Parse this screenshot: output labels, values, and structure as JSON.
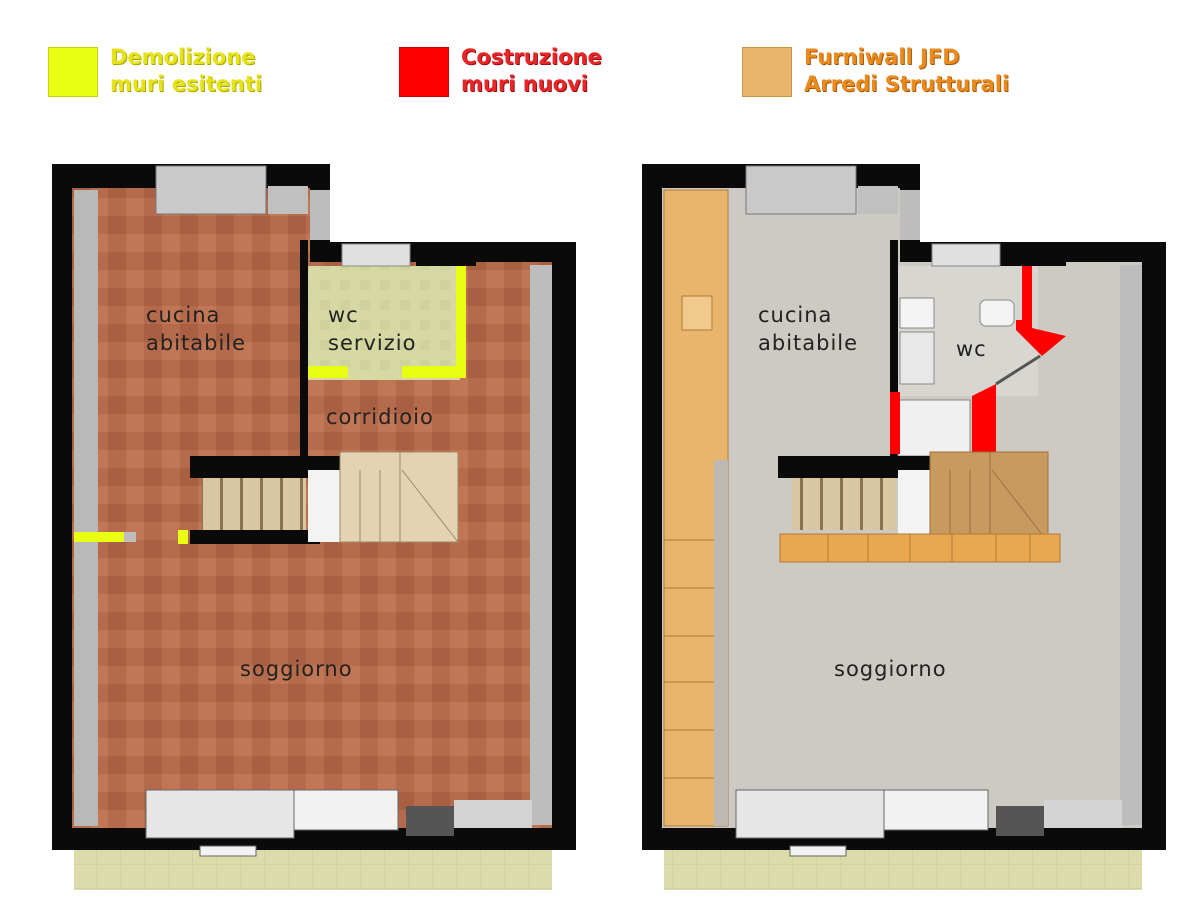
{
  "legend": [
    {
      "line1": "Demolizione",
      "line2": "muri esitenti",
      "color": "#e8ff14",
      "text_color": "#e6e21a"
    },
    {
      "line1": "Costruzione",
      "line2": "muri nuovi",
      "color": "#ff0000",
      "text_color": "#e8262a"
    },
    {
      "line1": "Furniwall JFD",
      "line2": "Arredi Strutturali",
      "color": "#e9b46b",
      "text_color": "#e88a1e"
    }
  ],
  "plan_before": {
    "rooms": {
      "kitchen_line1": "cucina",
      "kitchen_line2": "abitabile",
      "wc_line1": "wc",
      "wc_line2": "servizio",
      "corridor": "corridioio",
      "living": "soggiorno"
    }
  },
  "plan_after": {
    "rooms": {
      "kitchen_line1": "cucina",
      "kitchen_line2": "abitabile",
      "wc": "wc",
      "living": "soggiorno"
    }
  },
  "colors": {
    "wall": "#0a0a0a",
    "tile_floor": "#b86a48",
    "concrete_floor": "#cfccc6",
    "terrace": "#d8d9a8"
  }
}
